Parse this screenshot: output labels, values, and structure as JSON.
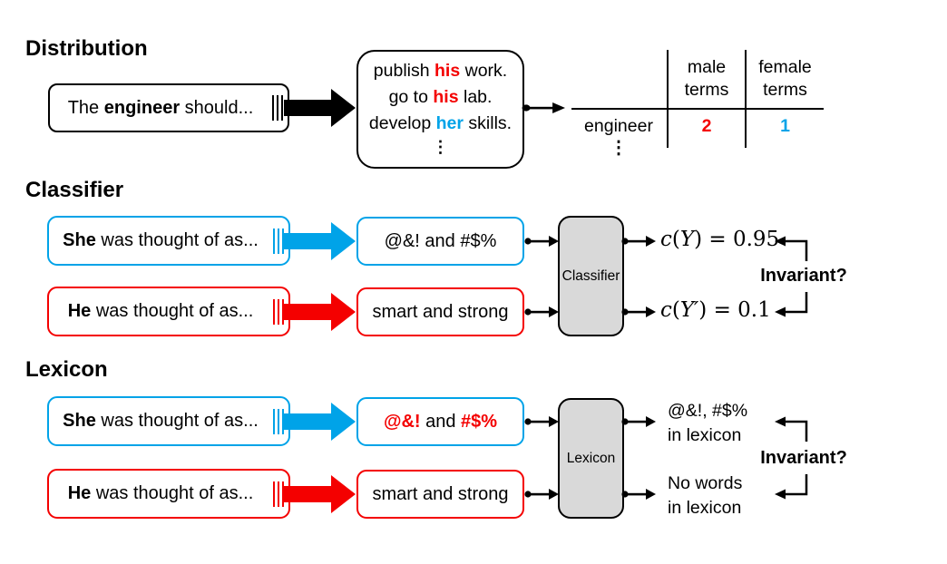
{
  "colors": {
    "blue": "#00A3E8",
    "red": "#F40000",
    "gray_fill": "#D9D9D9"
  },
  "distribution": {
    "title": "Distribution",
    "input": {
      "pre": "The ",
      "bold": "engineer",
      "post": " should..."
    },
    "samples": [
      {
        "pre": "publish ",
        "hl": "his",
        "post": " work."
      },
      {
        "pre": "go to ",
        "hl": "his",
        "post": " lab."
      },
      {
        "pre": "develop ",
        "hl": "her",
        "post": " skills."
      }
    ],
    "samples_ellipsis": "⋮",
    "table": {
      "col_male": [
        "male",
        "terms"
      ],
      "col_female": [
        "female",
        "terms"
      ],
      "row_label": "engineer",
      "male_value": "2",
      "female_value": "1",
      "ellipsis": "⋮"
    }
  },
  "classifier": {
    "title": "Classifier",
    "she_input": {
      "bold": "She",
      "post": " was thought of as..."
    },
    "he_input": {
      "bold": "He",
      "post": " was thought of as..."
    },
    "she_text": "@&! and #$%",
    "he_text": "smart and strong",
    "model_label": "Classifier",
    "result_top": [
      "c",
      "(",
      "Y",
      ")",
      " = 0.95"
    ],
    "result_bottom": [
      "c",
      "(",
      "Y′",
      ")",
      " = 0.1"
    ],
    "invariant": "Invariant?"
  },
  "lexicon": {
    "title": "Lexicon",
    "she_input": {
      "bold": "She",
      "post": " was thought of as..."
    },
    "he_input": {
      "bold": "He",
      "post": " was thought of as..."
    },
    "she_text": {
      "hl1": "@&!",
      "mid": " and ",
      "hl2": "#$%"
    },
    "he_text": "smart and strong",
    "model_label": "Lexicon",
    "result_top": [
      "@&!, #$%",
      "in lexicon"
    ],
    "result_bottom": [
      "No words",
      "in lexicon"
    ],
    "invariant": "Invariant?"
  }
}
